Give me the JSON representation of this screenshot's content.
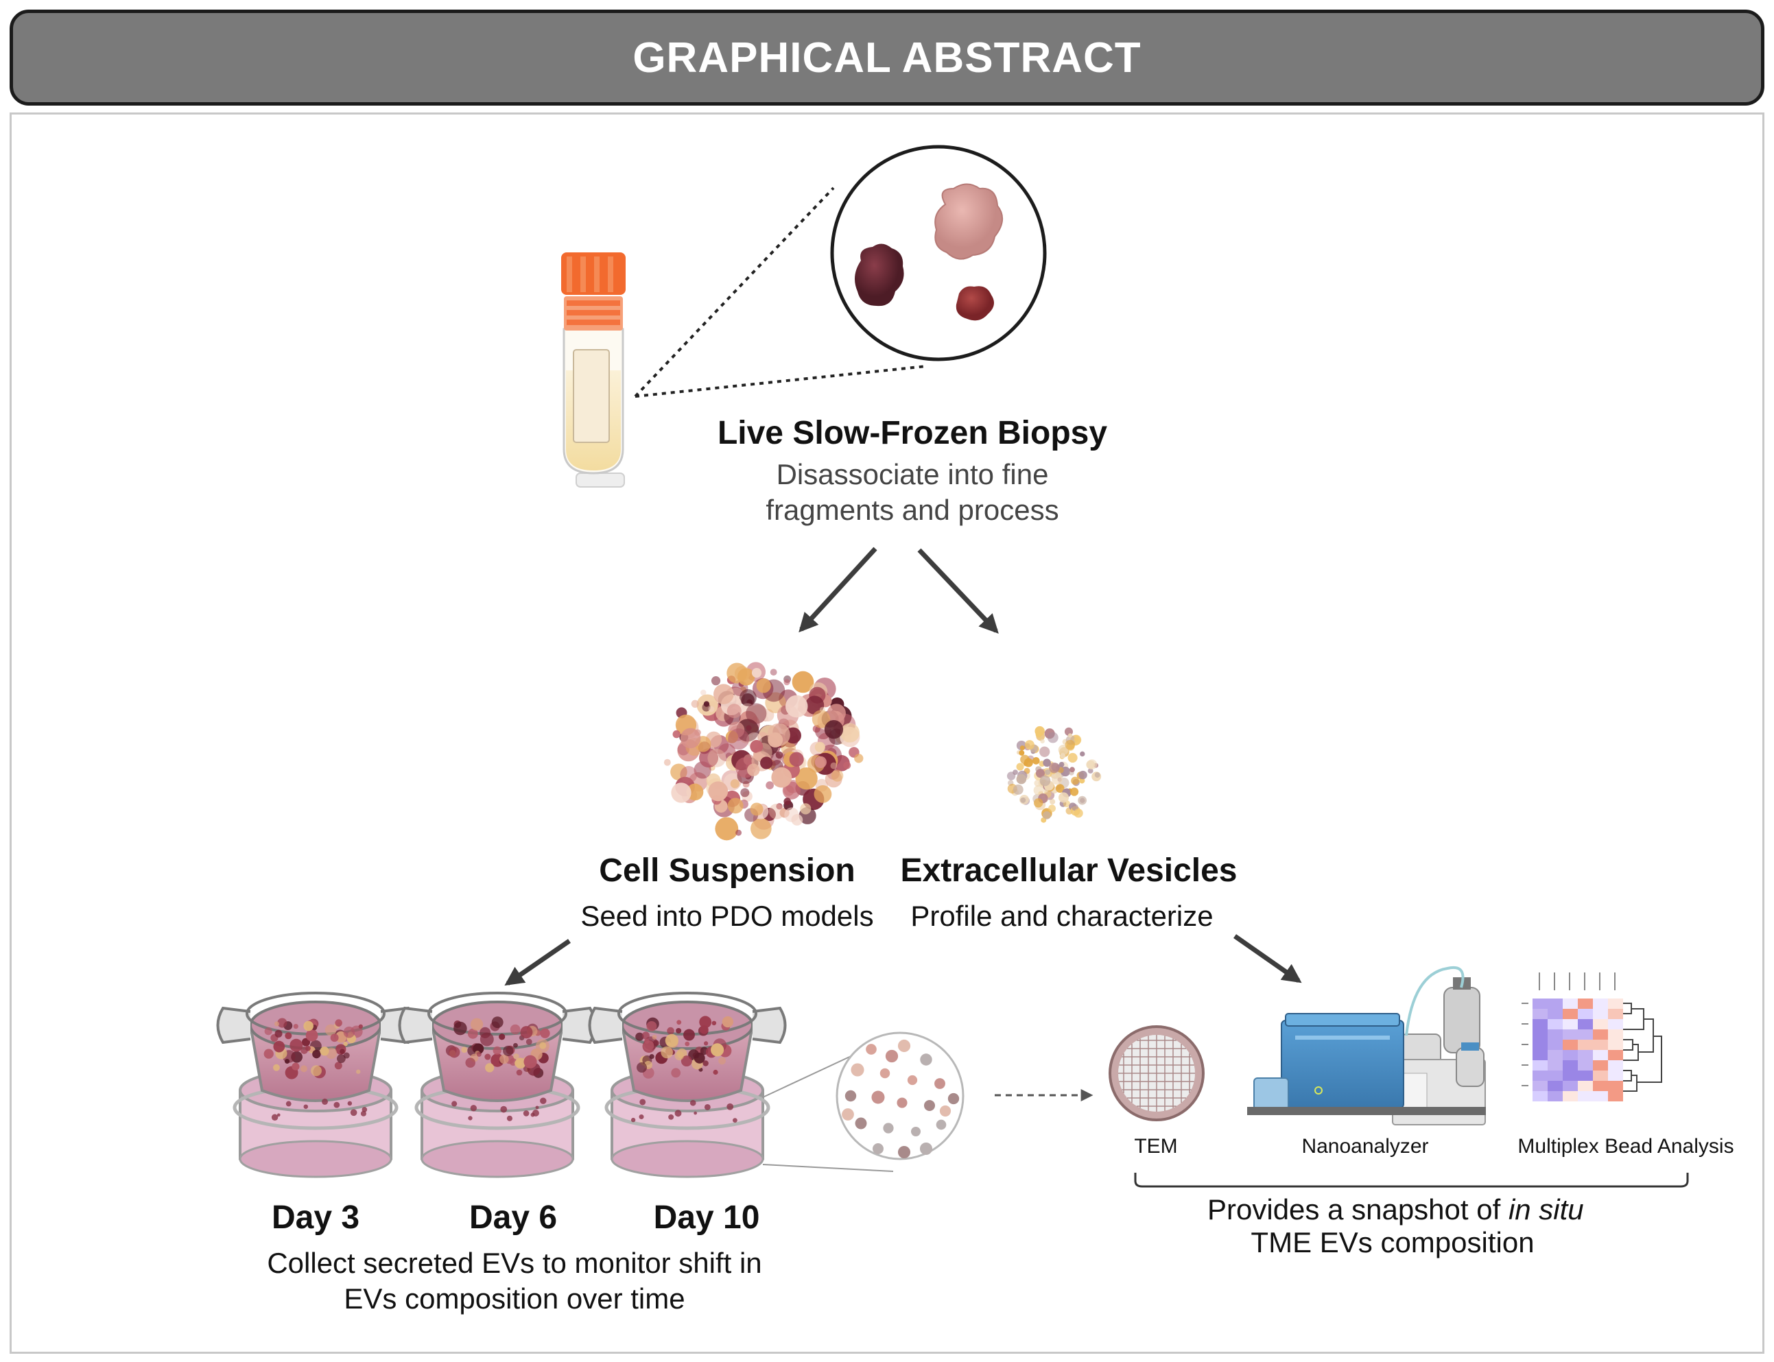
{
  "header": {
    "title": "GRAPHICAL ABSTRACT"
  },
  "biopsy": {
    "title": "Live Slow-Frozen Biopsy",
    "desc_line1": "Disassociate into fine",
    "desc_line2": "fragments and process"
  },
  "cell_suspension": {
    "title": "Cell Suspension",
    "desc": "Seed into PDO models"
  },
  "ev": {
    "title": "Extracellular Vesicles",
    "desc": "Profile and characterize"
  },
  "days": [
    {
      "label": "Day 3"
    },
    {
      "label": "Day 6"
    },
    {
      "label": "Day 10"
    }
  ],
  "collect": {
    "line1": "Collect secreted EVs to monitor shift in",
    "line2": "EVs composition over time"
  },
  "methods": [
    {
      "label": "TEM"
    },
    {
      "label": "Nanoanalyzer"
    },
    {
      "label": "Multiplex Bead Analysis"
    }
  ],
  "snapshot": {
    "prefix": "Provides a snapshot of ",
    "italic": "in situ",
    "line2": "TME EVs composition"
  },
  "colors": {
    "header_bg": "#7a7a7a",
    "cap_orange": "#f26a2e",
    "arrow": "#3d3d3d",
    "device_blue": "#4a8fc4",
    "heatmap_purple": "#9a86e6",
    "heatmap_salmon": "#f39a85"
  }
}
